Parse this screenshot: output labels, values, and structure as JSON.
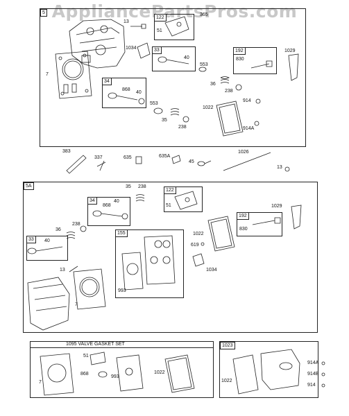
{
  "watermark": "AppliancePartsPros.com",
  "sections": {
    "s5": {
      "tag": "5"
    },
    "s5a": {
      "tag": "5A"
    },
    "valve_set": {
      "title": "1095 VALVE GASKET SET"
    },
    "s1023": {
      "tag": "1023"
    }
  },
  "callout_tags": {
    "t122a": "122",
    "t33a": "33",
    "t192a": "192",
    "t34a": "34",
    "t122b": "122",
    "t34b": "34",
    "t33b": "33",
    "t155": "155",
    "t192b": "192"
  },
  "labels": {
    "a13": "13",
    "a51": "51",
    "a365": "365",
    "a1034": "1034",
    "a40": "40",
    "a830": "830",
    "a1029": "1029",
    "a553": "553",
    "a36": "36",
    "a238": "238",
    "a7": "7",
    "a868": "868",
    "a40b": "40",
    "a553b": "553",
    "a35": "35",
    "a238b": "238",
    "a1022": "1022",
    "a914": "914",
    "a914a": "914A",
    "m383": "383",
    "m337": "337",
    "m635": "635",
    "m635a": "635A",
    "m45": "45",
    "m1026": "1026",
    "m13": "13",
    "b35": "35",
    "b238": "238",
    "b51": "51",
    "b868": "868",
    "b40": "40",
    "b1029": "1029",
    "b36": "36",
    "b238b": "238",
    "b1022": "1022",
    "b830": "830",
    "b40b": "40",
    "b619": "619",
    "b1034": "1034",
    "b13": "13",
    "b993": "993",
    "b7": "7",
    "v51": "51",
    "v7": "7",
    "v868": "868",
    "v993": "993",
    "v1022": "1022",
    "c1022": "1022",
    "c914a": "914A",
    "c914b": "914B",
    "c914": "914"
  }
}
